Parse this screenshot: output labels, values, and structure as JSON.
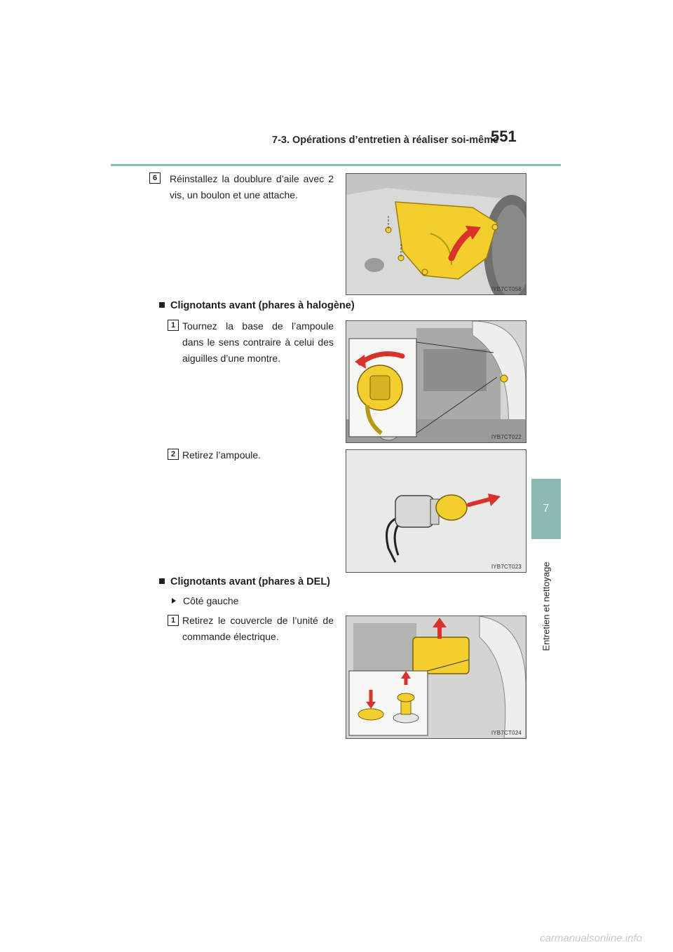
{
  "header": {
    "section_title": "7-3. Opérations d’entretien à réaliser soi-même",
    "page_number": "551"
  },
  "side_tab": {
    "chapter_number": "7",
    "chapter_label": "Entretien et nettoyage"
  },
  "blocks": {
    "step6": {
      "number": "6",
      "text": "Réinstallez la doublure d’aile avec 2 vis, un boulon et une attache."
    },
    "halogen_heading": "Clignotants avant (phares à halogène)",
    "halogen_step1": {
      "number": "1",
      "text": "Tournez la base de l’ampoule dans le sens contraire à celui des aiguilles d’une montre."
    },
    "halogen_step2": {
      "number": "2",
      "text": "Retirez l’ampoule."
    },
    "led_heading": "Clignotants avant (phares à DEL)",
    "led_side": "Côté gauche",
    "led_step1": {
      "number": "1",
      "text": "Retirez le couvercle de l’unité de commande électrique."
    }
  },
  "figures": {
    "fig1_id": "IYB7CT058",
    "fig2_id": "IYB7CT022",
    "fig3_id": "IYB7CT023",
    "fig4_id": "IYB7CT024"
  },
  "colors": {
    "accent_teal": "#8db9b4",
    "highlight_yellow": "#f2cf2c",
    "arrow_red": "#d8322b"
  },
  "footer": {
    "watermark": "carmanualsonline.info"
  }
}
